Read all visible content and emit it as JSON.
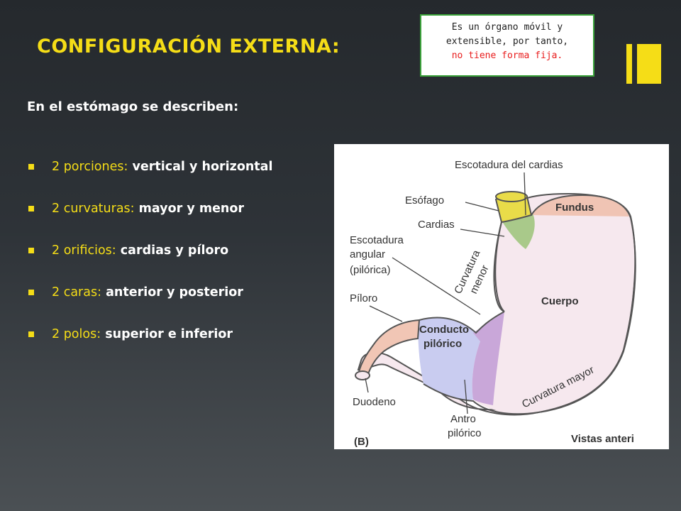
{
  "title": "CONFIGURACIÓN EXTERNA:",
  "note": {
    "line1": "Es un órgano móvil y",
    "line2": "extensible, por tanto,",
    "line3_red": "no tiene forma fija."
  },
  "intro": "En el estómago se describen:",
  "bullets": [
    {
      "label": "2 porciones:",
      "text": " vertical y horizontal"
    },
    {
      "label": "2 curvaturas:",
      "text": " mayor y menor"
    },
    {
      "label": "2 orificios:",
      "text": " cardias y píloro"
    },
    {
      "label": "2 caras:",
      "text": " anterior y posterior"
    },
    {
      "label": "2 polos:",
      "text": " superior e inferior"
    }
  ],
  "figure": {
    "escotadura_cardias": "Escotadura del cardias",
    "esofago": "Esófago",
    "cardias": "Cardias",
    "fundus": "Fundus",
    "escotadura_angular_1": "Escotadura",
    "escotadura_angular_2": "angular",
    "escotadura_angular_3": "(pilórica)",
    "curvatura_menor_1": "Curvatura",
    "curvatura_menor_2": "menor",
    "piloro": "Píloro",
    "cuerpo": "Cuerpo",
    "conducto_1": "Conducto",
    "conducto_2": "pilórico",
    "curvatura_mayor": "Curvatura mayor",
    "duodeno": "Duodeno",
    "antro_1": "Antro",
    "antro_2": "pilórico",
    "panel": "(B)",
    "vistas": "Vistas anteri"
  },
  "colors": {
    "accent": "#f5dd17",
    "note_border": "#3aa23a",
    "note_red": "#e81c1c",
    "fundus": "#f0c4b4",
    "cuerpo": "#f6e8ee",
    "cardias": "#a9c98a",
    "esofago": "#e9dc49",
    "conducto": "#c9ccf0",
    "antro": "#c9a7d9",
    "duodeno": "#f1c6b5"
  }
}
